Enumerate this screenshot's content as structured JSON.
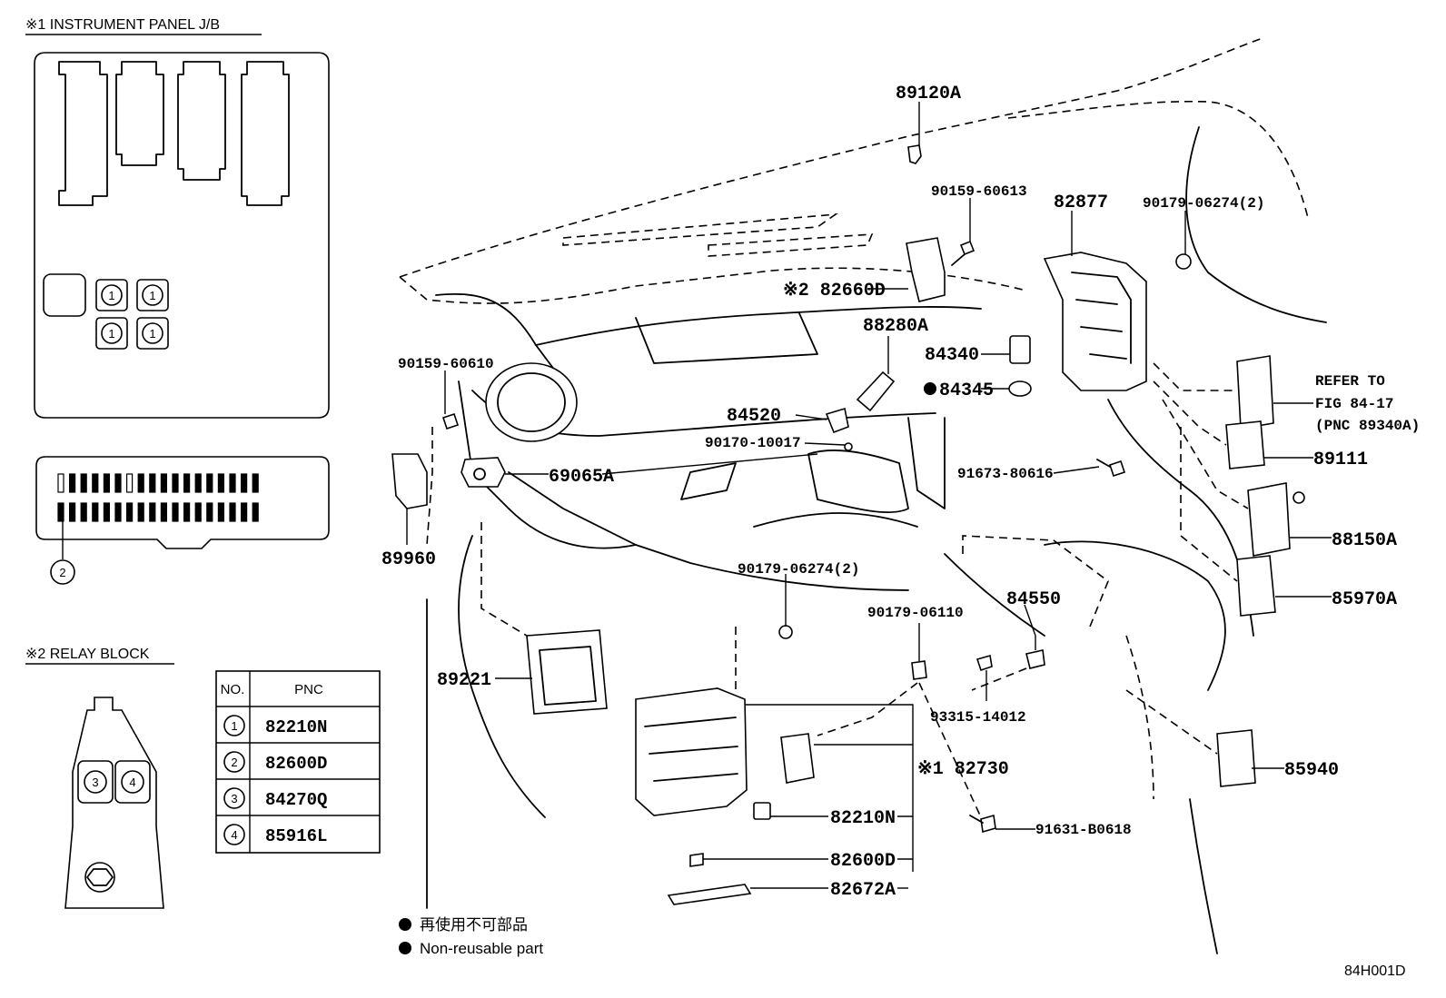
{
  "panel_jb": {
    "title": "※1 INSTRUMENT PANEL J/B",
    "marker_1": "1",
    "marker_2": "2"
  },
  "relay_block": {
    "title": "※2 RELAY BLOCK",
    "marker_3": "3",
    "marker_4": "4"
  },
  "pnc_table": {
    "header_no": "NO.",
    "header_pnc": "PNC",
    "rows": [
      {
        "no": "1",
        "pnc": "82210N"
      },
      {
        "no": "2",
        "pnc": "82600D"
      },
      {
        "no": "3",
        "pnc": "84270Q"
      },
      {
        "no": "4",
        "pnc": "85916L"
      }
    ]
  },
  "labels": {
    "p89120A": "89120A",
    "p90159_60613": "90159-60613",
    "p82877": "82877",
    "p90179_06274_top": "90179-06274(2)",
    "p82660D": "※2 82660D",
    "p88280A": "88280A",
    "p84340": "84340",
    "p84345": "84345",
    "p90159_60610": "90159-60610",
    "p84520": "84520",
    "p90170_10017": "90170-10017",
    "p69065A": "69065A",
    "p91673_80616": "91673-80616",
    "refer_1": "REFER TO",
    "refer_2": "FIG 84-17",
    "refer_3": "(PNC 89340A)",
    "p89111": "89111",
    "p88150A": "88150A",
    "p85970A": "85970A",
    "p89960": "89960",
    "p90179_06274_mid": "90179-06274(2)",
    "p84550": "84550",
    "p90179_06110": "90179-06110",
    "p89221": "89221",
    "p93315_14012": "93315-14012",
    "p82730": "※1 82730",
    "p85940": "85940",
    "p82210N": "82210N",
    "p91631_B0618": "91631-B0618",
    "p82600D": "82600D",
    "p82672A": "82672A"
  },
  "legend": {
    "jp": "再使用不可部品",
    "en": "Non-reusable part"
  },
  "figure_code": "84H001D"
}
